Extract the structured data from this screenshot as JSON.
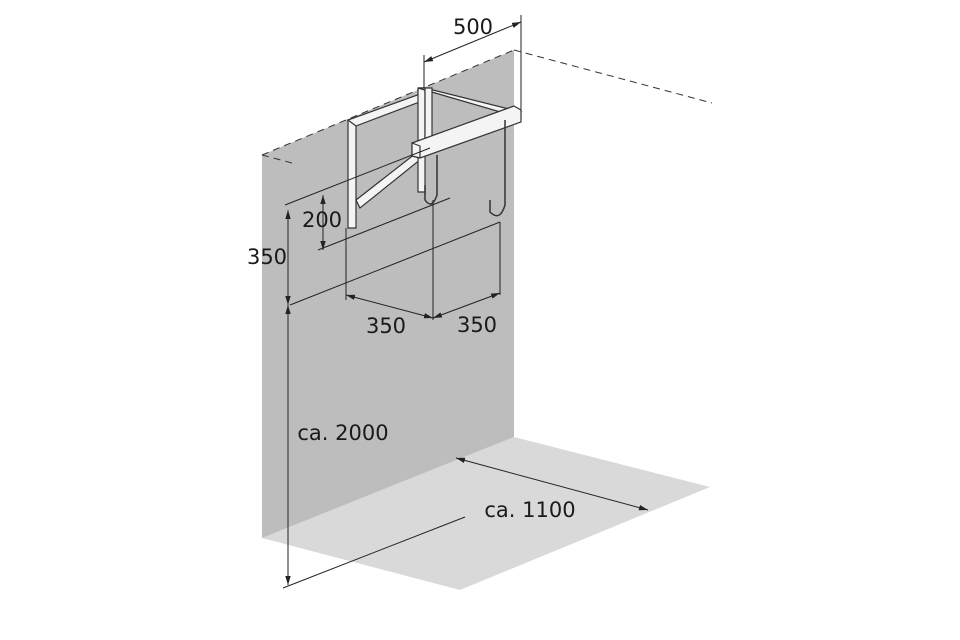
{
  "colors": {
    "wall": "#bdbdbd",
    "floor": "#d9d9d9",
    "line": "#222222"
  },
  "dimensions": {
    "bracket_depth": "500",
    "hook_height": "200",
    "upper_height": "350",
    "spacing_left": "350",
    "spacing_right": "350",
    "wall_height": "ca. 2000",
    "floor_depth": "ca. 1100"
  }
}
